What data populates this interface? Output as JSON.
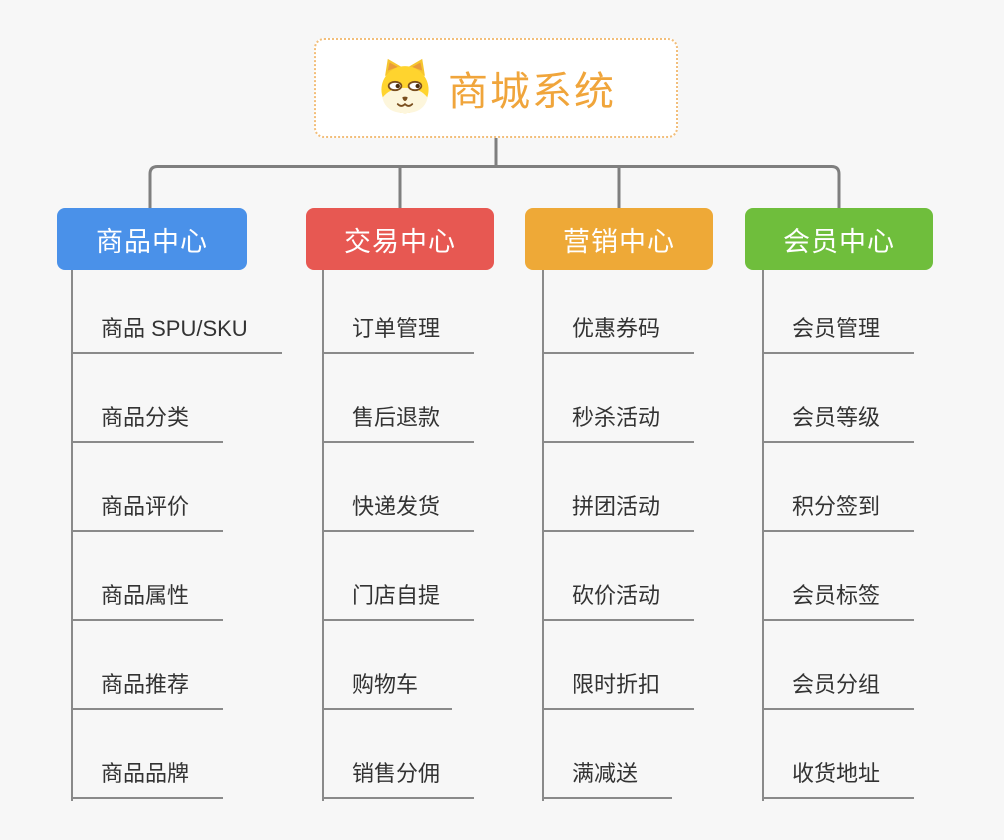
{
  "page": {
    "background": "#F7F7F7"
  },
  "root": {
    "title": "商城系统",
    "icon": "dog-face-icon",
    "title_color": "#F0A53B",
    "border_color": "#F2BE7A"
  },
  "connector_color": "#7F7F7F",
  "line_color": "#8A8A8A",
  "leaf_text_color": "#333333",
  "branches": [
    {
      "label": "商品中心",
      "color": "#4A91E9",
      "children": [
        "商品 SPU/SKU",
        "商品分类",
        "商品评价",
        "商品属性",
        "商品推荐",
        "商品品牌"
      ]
    },
    {
      "label": "交易中心",
      "color": "#E75852",
      "children": [
        "订单管理",
        "售后退款",
        "快递发货",
        "门店自提",
        "购物车",
        "销售分佣"
      ]
    },
    {
      "label": "营销中心",
      "color": "#EEA937",
      "children": [
        "优惠券码",
        "秒杀活动",
        "拼团活动",
        "砍价活动",
        "限时折扣",
        "满减送"
      ]
    },
    {
      "label": "会员中心",
      "color": "#6FBE3C",
      "children": [
        "会员管理",
        "会员等级",
        "积分签到",
        "会员标签",
        "会员分组",
        "收货地址"
      ]
    }
  ]
}
